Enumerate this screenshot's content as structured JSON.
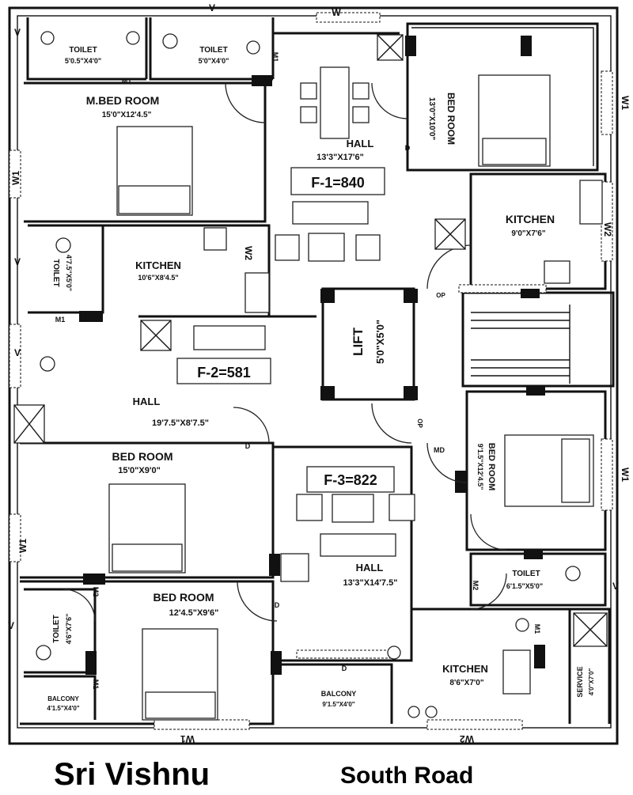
{
  "rooms": {
    "toilet_a": {
      "name": "TOILET",
      "size": "5'0.5\"X4'0\""
    },
    "toilet_b": {
      "name": "TOILET",
      "size": "5'0\"X4'0\""
    },
    "master_bed": {
      "name": "M.BED ROOM",
      "size": "15'0\"X12'4.5\""
    },
    "hall_f1": {
      "name": "HALL",
      "size": "13'3\"X17'6\""
    },
    "bed_f1": {
      "name": "BED ROOM",
      "size": "13'0\"X10'0\""
    },
    "kitchen_f1": {
      "name": "KITCHEN",
      "size": "9'0\"X7'6\""
    },
    "kitchen_f2": {
      "name": "KITCHEN",
      "size": "10'6\"X8'4.5\""
    },
    "toilet_f2": {
      "name": "TOILET",
      "size": "4'7.5\"X5'0\""
    },
    "lift": {
      "name": "LIFT",
      "size": "5'0\"X5'0\""
    },
    "hall_f2": {
      "name": "HALL",
      "size": "19'7.5\"X8'7.5\""
    },
    "bed_f2": {
      "name": "BED ROOM",
      "size": "15'0\"X9'0\""
    },
    "bed_f3_right": {
      "name": "BED ROOM",
      "size": "9'1.5\"X12'4.5\""
    },
    "hall_f3": {
      "name": "HALL",
      "size": "13'3\"X14'7.5\""
    },
    "toilet_f3": {
      "name": "TOILET",
      "size": "6'1.5\"X5'0\""
    },
    "bed_bottom": {
      "name": "BED ROOM",
      "size": "12'4.5\"X9'6\""
    },
    "toilet_bottom": {
      "name": "TOILET",
      "size": "4'6\"X7'6\""
    },
    "balcony_left": {
      "name": "BALCONY",
      "size": "4'1.5\"X4'0\""
    },
    "balcony_mid": {
      "name": "BALCONY",
      "size": "9'1.5\"X4'0\""
    },
    "kitchen_f3": {
      "name": "KITCHEN",
      "size": "8'6\"X7'0\""
    },
    "service": {
      "name": "SERVICE",
      "size": "4'0\"X7'0\""
    }
  },
  "flats": {
    "f1": "F-1=840",
    "f2": "F-2=581",
    "f3": "F-3=822"
  },
  "marks": {
    "window": "W",
    "window1": "W1",
    "window2": "W2",
    "ventilator": "V",
    "door": "D",
    "door_main": "MD",
    "door_m1": "M1",
    "door_m2": "M2",
    "open": "OP"
  },
  "footer": {
    "left": "Sri Vishnu",
    "right": "South Road"
  }
}
